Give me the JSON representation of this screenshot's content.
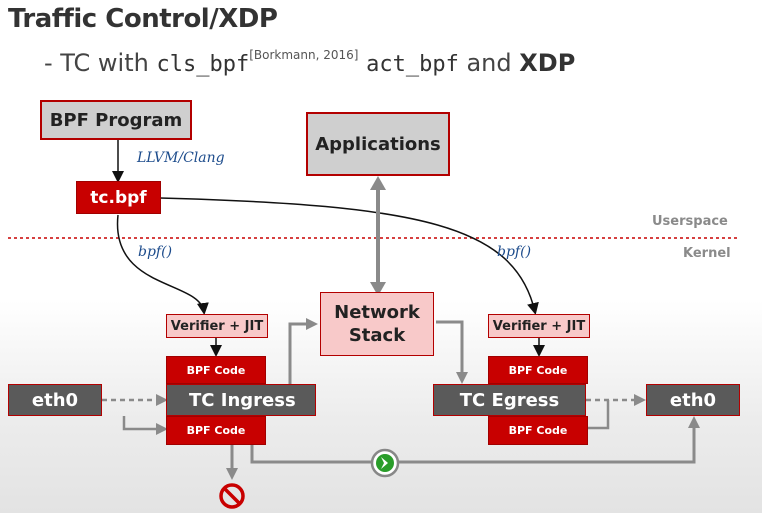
{
  "header": {
    "title": "Traffic Control/XDP",
    "subtitle_prefix": "- TC with",
    "cls_bpf": "cls_bpf",
    "citation": "[Borkmann, 2016]",
    "act_bpf": "act_bpf",
    "and": "and",
    "xdp": "XDP"
  },
  "nodes": {
    "bpf_program": "BPF Program",
    "llvm": "LLVM/Clang",
    "tc_bpf": "tc.bpf",
    "applications": "Applications",
    "network_stack": "Network Stack",
    "verifier_left": "Verifier + JIT",
    "verifier_right": "Verifier + JIT",
    "bpf_call_left": "bpf()",
    "bpf_call_right": "bpf()",
    "userspace": "Userspace",
    "kernel": "Kernel",
    "eth0_in": "eth0",
    "eth0_out": "eth0",
    "tc_ingress": "TC Ingress",
    "tc_egress": "TC Egress",
    "bpf_code_ingress_top": "BPF Code",
    "bpf_code_ingress_bottom": "BPF Code",
    "bpf_code_egress_top": "BPF Code",
    "bpf_code_egress_bottom": "BPF Code"
  },
  "colors": {
    "accent_red": "#c80000",
    "border_red": "#b30000",
    "arrow_grey": "#8a8a8a",
    "script_blue": "#1d4c8c",
    "drop_icon": "#c80000",
    "pass_icon": "#2a9d2a"
  },
  "icons": {
    "drop": "no-entry-icon",
    "pass": "forward-chevron-icon"
  }
}
